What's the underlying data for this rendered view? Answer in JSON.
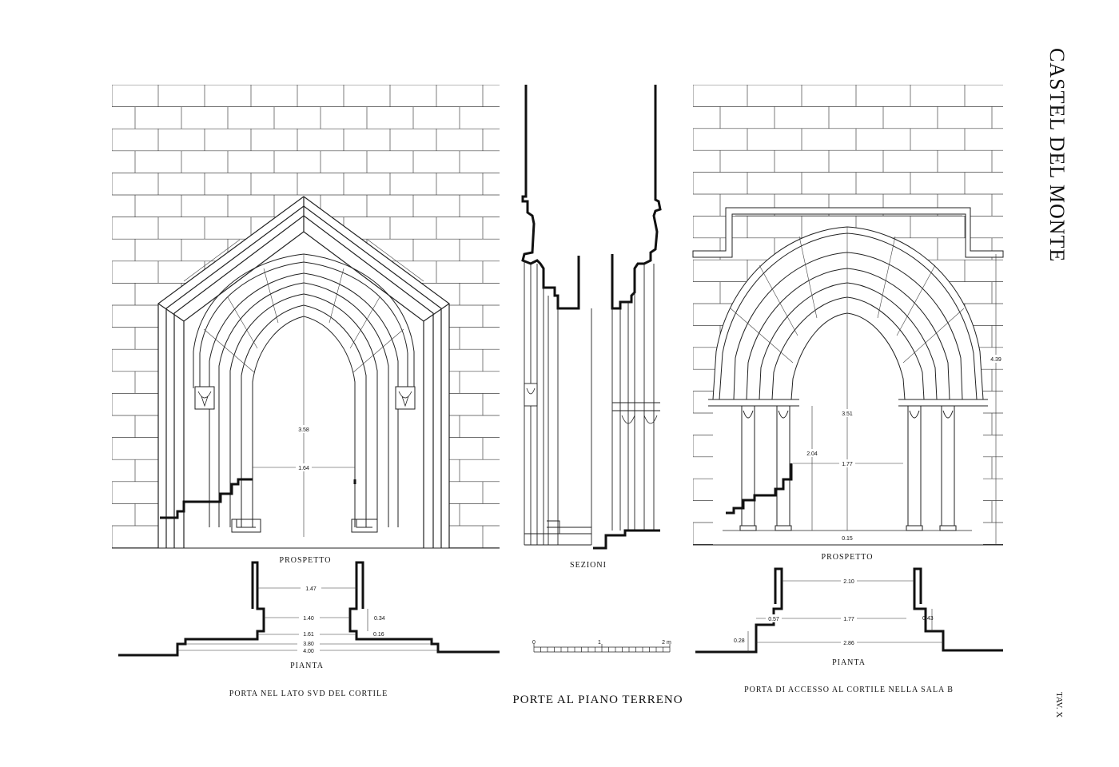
{
  "plate": {
    "vertical_title": "CASTEL DEL MONTE",
    "plate_number": "TAV. X",
    "title": "PORTE AL PIANO TERRENO"
  },
  "left_door": {
    "elevation_label": "PROSPETTO",
    "plan_label": "PIANTA",
    "caption": "PORTA NEL LATO SVD DEL CORTILE",
    "dims": {
      "height": "3.58",
      "width": "1.64",
      "plan_inner": "1.47",
      "plan_mid": "1.40",
      "plan_jamb": "0.34",
      "plan_step": "0.16",
      "plan_1": "1.61",
      "plan_2": "3.80",
      "plan_3": "4.00"
    }
  },
  "sections": {
    "label": "SEZIONI"
  },
  "scale": {
    "ticks": [
      "0",
      "1",
      "2 m"
    ]
  },
  "right_door": {
    "elevation_label": "PROSPETTO",
    "plan_label": "PIANTA",
    "caption": "PORTA DI ACCESSO AL CORTILE NELLA SALA B",
    "dims": {
      "total_height": "4.39",
      "arch_height": "3.51",
      "jamb_height": "2.04",
      "width": "1.77",
      "sill": "0.15",
      "plan_top": "2.10",
      "plan_mid": "1.77",
      "plan_side": "0.57",
      "plan_jamb": "0.43",
      "plan_step": "0.28",
      "plan_bottom": "2.86"
    }
  }
}
